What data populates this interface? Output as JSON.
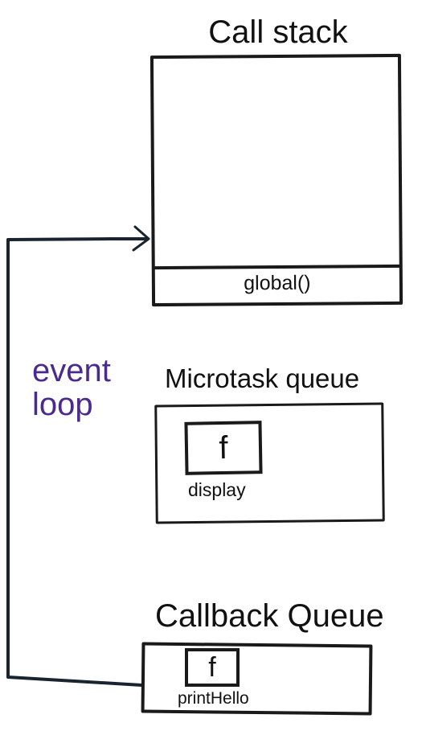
{
  "call_stack": {
    "title": "Call stack",
    "frames": [
      "global()"
    ]
  },
  "event_loop": {
    "label": "event\nloop",
    "label_color": "#4b2a8f"
  },
  "microtask_queue": {
    "title": "Microtask queue",
    "items": [
      {
        "symbol": "f",
        "caption": "display"
      }
    ]
  },
  "callback_queue": {
    "title": "Callback Queue",
    "items": [
      {
        "symbol": "f",
        "caption": "printHello"
      }
    ]
  }
}
